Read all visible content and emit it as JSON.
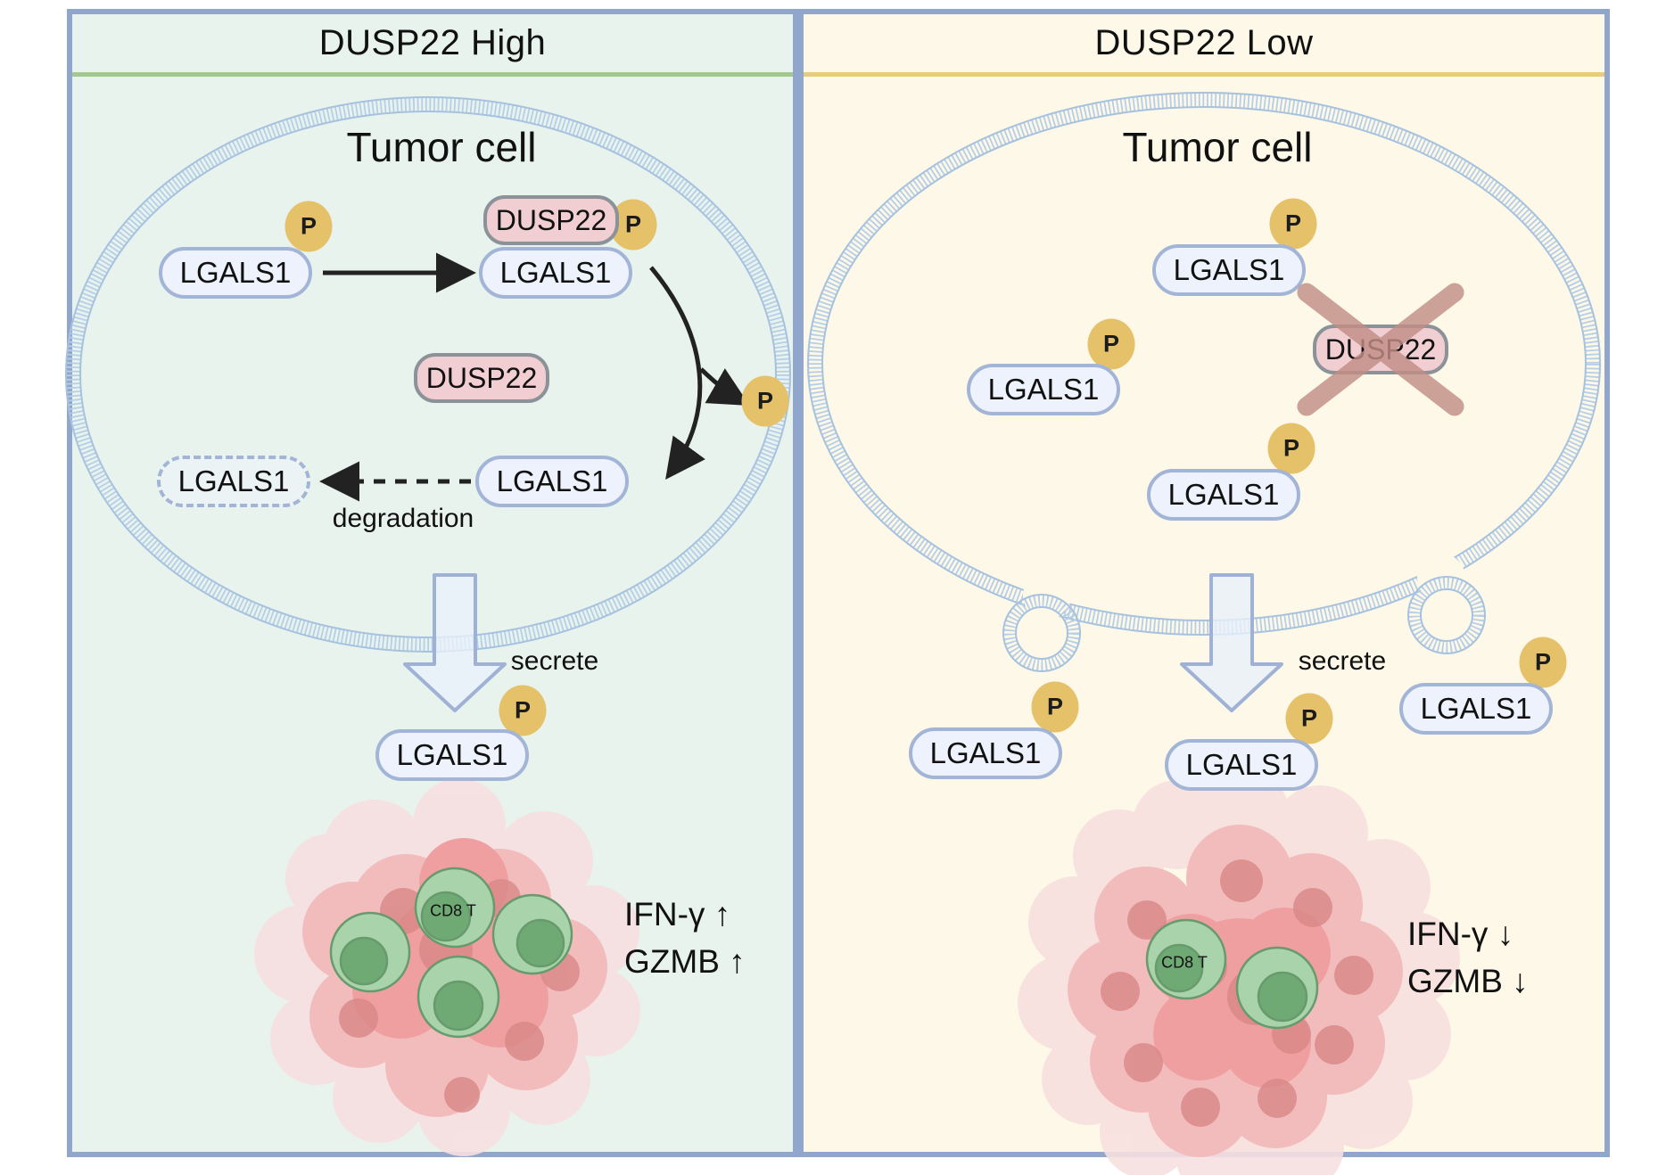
{
  "figure": {
    "molecules": {
      "lgals1": "LGALS1",
      "dusp22": "DUSP22",
      "phosphate": "P"
    },
    "left": {
      "title": "DUSP22 High",
      "cell_label": "Tumor cell",
      "degradation": "degradation",
      "secrete": "secrete",
      "cd8": "CD8 T",
      "ifn": "IFN-γ ↑",
      "gzmb": "GZMB ↑"
    },
    "right": {
      "title": "DUSP22 Low",
      "cell_label": "Tumor cell",
      "secrete": "secrete",
      "cd8": "CD8 T",
      "ifn": "IFN-γ ↓",
      "gzmb": "GZMB ↓"
    },
    "colors": {
      "frame": "#91a6cc",
      "left_bg": "#e8f3ee",
      "right_bg": "#fdf8e7",
      "left_accent": "#a3c88b",
      "right_accent": "#e9cc7a",
      "membrane": "#b6cfe7",
      "pill_border": "#a3b5d7",
      "pill_fill": "#edf2fc",
      "dusp22_fill": "#f1ced1",
      "dusp22_border": "#8b9298",
      "phosphate_fill": "#e5c169",
      "arrow": "#222222",
      "block_arrow_fill": "#e9f0fb",
      "block_arrow_border": "#9fb2d5",
      "knockout_x": "#c28e86",
      "tumor_pink": "#f0a9a9",
      "cd8_green": "#a9d4ab"
    }
  }
}
